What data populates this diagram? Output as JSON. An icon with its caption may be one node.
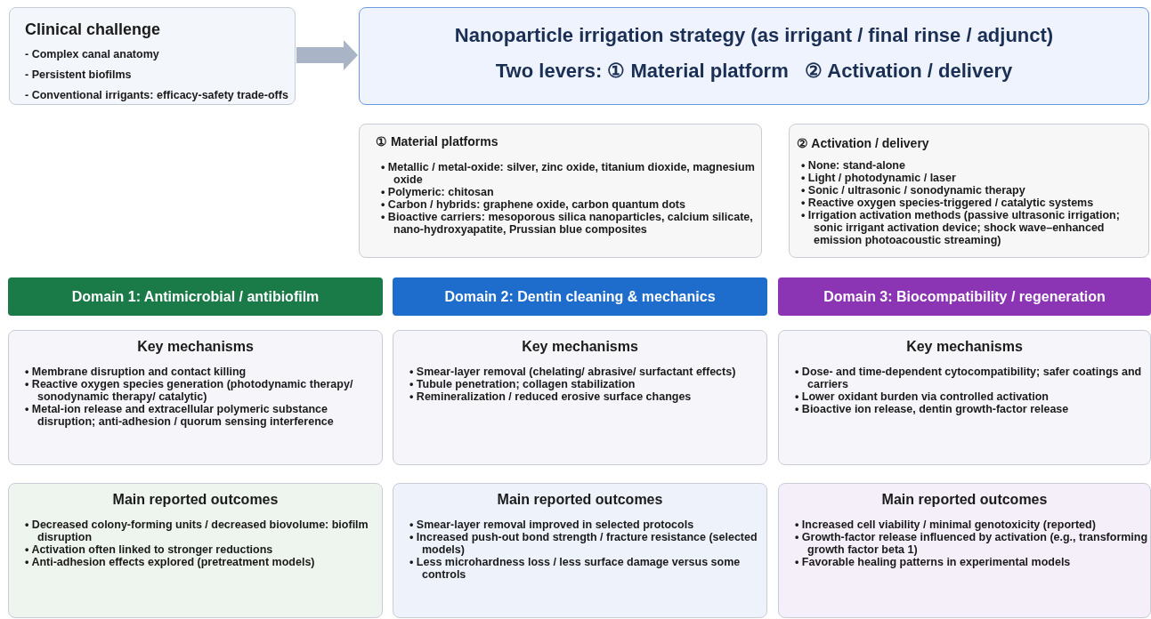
{
  "diagram": {
    "nodes": [
      {
        "text": [
          "Clinical challenge",
          "- Complex canal anatomy",
          "- Persistent biofilms",
          "- Conventional irrigants: efficacy-safety trade-offs"
        ]
      },
      {
        "text": [
          "Nanoparticle irrigation strategy (as irrigant / final rinse / adjunct)",
          "Two levers: ① Material platform   ② Activation / delivery"
        ]
      },
      {
        "text": [
          "① Material platforms",
          "• Metallic / metal-oxide: silver, zinc oxide, titanium dioxide, magnesium oxide",
          "• Polymeric: chitosan",
          "• Carbon / hybrids: graphene oxide, carbon quantum dots",
          "• Bioactive carriers: mesoporous silica nanoparticles, calcium silicate, nano-hydroxyapatite, Prussian blue composites"
        ]
      },
      {
        "text": [
          "② Activation / delivery",
          "• None: stand-alone",
          "• Light / photodynamic / laser",
          "• Sonic / ultrasonic / sonodynamic therapy",
          "• Reactive oxygen species-triggered / catalytic systems",
          "• Irrigation activation methods (passive ultrasonic irrigation; sonic irrigant activation device; shock wave–enhanced emission photoacoustic streaming)"
        ]
      },
      {
        "text": [
          "Domain 1: Antimicrobial / antibiofilm"
        ]
      },
      {
        "text": [
          "Domain 2: Dentin cleaning & mechanics"
        ]
      },
      {
        "text": [
          "Domain 3: Biocompatibility / regeneration"
        ]
      },
      {
        "text": [
          "Key mechanisms",
          "• Membrane disruption and contact killing",
          "• Reactive oxygen species generation (photodynamic therapy/ sonodynamic therapy/ catalytic)",
          "• Metal-ion release and extracellular polymeric substance disruption; anti-adhesion / quorum sensing interference"
        ]
      },
      {
        "text": [
          "Key mechanisms",
          "• Smear-layer removal (chelating/ abrasive/ surfactant effects)",
          "• Tubule penetration; collagen stabilization",
          "• Remineralization / reduced erosive surface changes"
        ]
      },
      {
        "text": [
          "Key mechanisms",
          "• Dose- and time-dependent cytocompatibility; safer coatings and carriers",
          "• Lower oxidant burden via controlled activation",
          "• Bioactive ion release, dentin growth-factor release"
        ]
      },
      {
        "text": [
          "Main reported outcomes",
          "• Decreased colony-forming units / decreased biovolume: biofilm disruption",
          "• Activation often linked to stronger reductions",
          "• Anti-adhesion effects explored (pretreatment models)"
        ]
      },
      {
        "text": [
          "Main reported outcomes",
          "• Smear-layer removal improved in selected protocols",
          "• Increased push-out bond strength / fracture resistance (selected models)",
          "• Less microhardness loss / less surface damage versus some controls"
        ]
      },
      {
        "text": [
          "Main reported outcomes",
          "• Increased cell viability / minimal genotoxicity (reported)",
          "• Growth-factor release influenced by activation (e.g., transforming growth factor beta 1)",
          "• Favorable healing patterns in experimental models"
        ]
      }
    ],
    "edges": [
      {
        "from": 0,
        "to": 1,
        "arrow": "to"
      }
    ]
  }
}
